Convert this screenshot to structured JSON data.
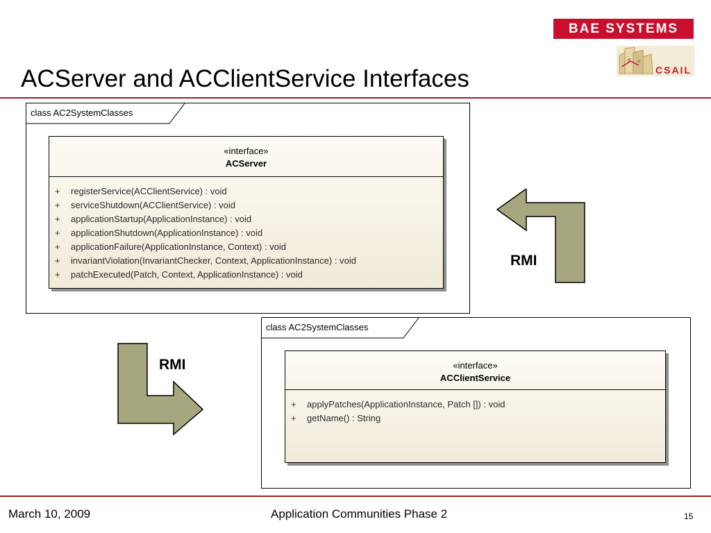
{
  "slide": {
    "title": "ACServer and ACClientService Interfaces",
    "logo_bae": "BAE SYSTEMS",
    "logo_csail": "CSAIL"
  },
  "colors": {
    "accent_rule": "#a02020",
    "bae_red": "#c8102e",
    "arrow_fill": "#a7a77f",
    "class_fill": "#f4efe1"
  },
  "frames": [
    {
      "label": "class AC2SystemClasses"
    },
    {
      "label": "class AC2SystemClasses"
    }
  ],
  "classes": {
    "acserver": {
      "stereotype": "«interface»",
      "name": "ACServer",
      "operations": [
        {
          "visibility": "+",
          "signature": "registerService(ACClientService) : void"
        },
        {
          "visibility": "+",
          "signature": "serviceShutdown(ACClientService) : void"
        },
        {
          "visibility": "+",
          "signature": "applicationStartup(ApplicationInstance) : void"
        },
        {
          "visibility": "+",
          "signature": "applicationShutdown(ApplicationInstance) : void"
        },
        {
          "visibility": "+",
          "signature": "applicationFailure(ApplicationInstance, Context) : void"
        },
        {
          "visibility": "+",
          "signature": "invariantViolation(InvariantChecker, Context, ApplicationInstance) : void"
        },
        {
          "visibility": "+",
          "signature": "patchExecuted(Patch, Context, ApplicationInstance) : void"
        }
      ]
    },
    "acclientservice": {
      "stereotype": "«interface»",
      "name": "ACClientService",
      "operations": [
        {
          "visibility": "+",
          "signature": "applyPatches(ApplicationInstance, Patch []) : void"
        },
        {
          "visibility": "+",
          "signature": "getName() : String"
        }
      ]
    }
  },
  "arrows": [
    {
      "label": "RMI"
    },
    {
      "label": "RMI"
    }
  ],
  "footer": {
    "date": "March 10, 2009",
    "project": "Application Communities Phase 2",
    "page": "15"
  }
}
